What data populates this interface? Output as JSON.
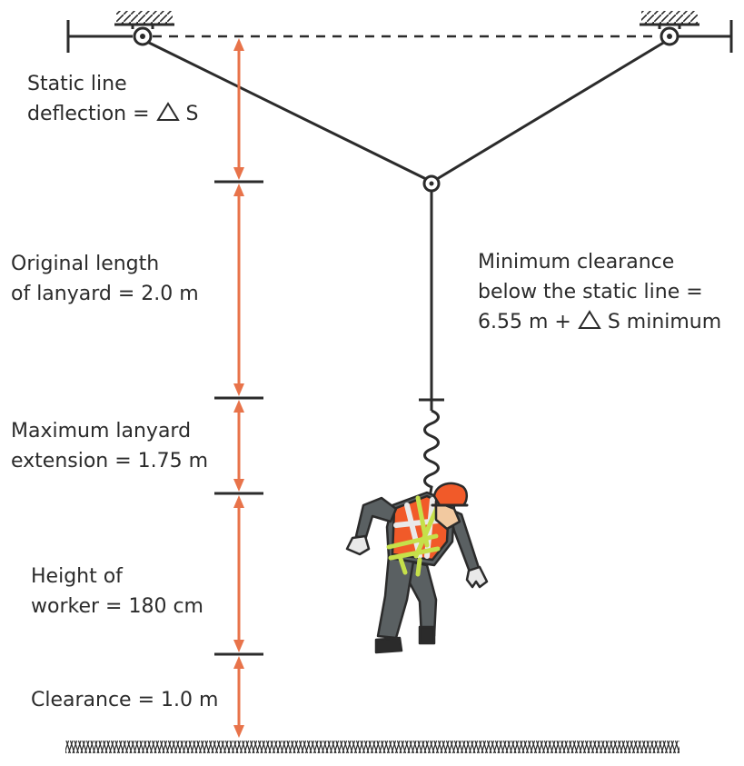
{
  "colors": {
    "line": "#2b2b2b",
    "dimension_arrow": "#e8734a",
    "text": "#2b2b2b",
    "vest_orange": "#f15a29",
    "hi_vis_yellow": "#c6e04a",
    "suit_grey": "#5a6062",
    "glove": "#e9e9e9"
  },
  "icons": {
    "delta": "triangle-delta-icon",
    "anchor": "anchor-pulley-icon",
    "ground": "ground-hatch-icon",
    "worker": "fallen-worker-icon"
  },
  "labels": {
    "static_deflection": {
      "line1": "Static line",
      "line2_prefix": "deflection = ",
      "line2_suffix": " S"
    },
    "original_length": {
      "line1": "Original length",
      "line2": "of lanyard = 2.0 m"
    },
    "max_extension": {
      "line1": "Maximum lanyard",
      "line2": "extension = 1.75 m"
    },
    "worker_height": {
      "line1": "Height of",
      "line2": "worker = 180 cm"
    },
    "clearance": {
      "line1": "Clearance = 1.0 m"
    },
    "min_clearance": {
      "line1": "Minimum clearance",
      "line2": "below the static line =",
      "line3_prefix": "6.55 m + ",
      "line3_suffix": " S minimum"
    }
  }
}
